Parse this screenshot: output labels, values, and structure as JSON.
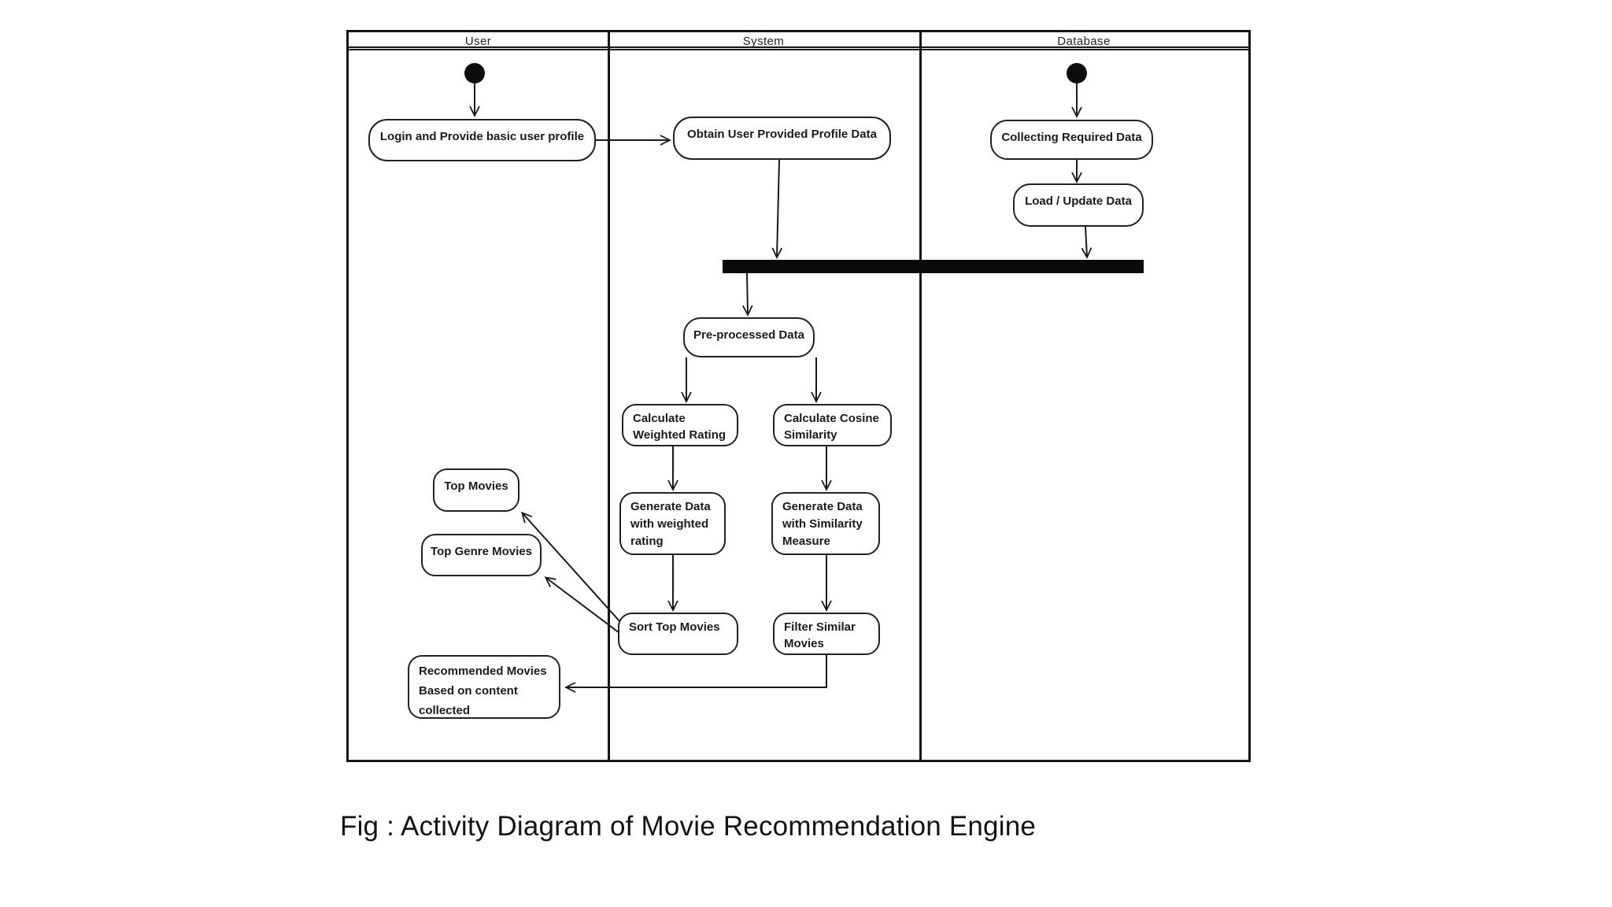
{
  "figure": {
    "caption": "Fig : Activity Diagram of Movie Recommendation Engine"
  },
  "colors": {
    "ink": "#1a1a1a",
    "background": "#ffffff"
  },
  "diagram": {
    "type": "uml-activity-diagram",
    "lanes": [
      {
        "id": "user",
        "label": "User"
      },
      {
        "id": "system",
        "label": "System"
      },
      {
        "id": "database",
        "label": "Database"
      }
    ],
    "nodes": {
      "user_initial": {
        "kind": "initial",
        "lane": "user"
      },
      "db_initial": {
        "kind": "initial",
        "lane": "database"
      },
      "join_bar": {
        "kind": "join",
        "lane": "system"
      },
      "login": {
        "lane": "user",
        "label": "Login and Provide basic user profile"
      },
      "obtain": {
        "lane": "system",
        "label": "Obtain User Provided Profile Data"
      },
      "collecting": {
        "lane": "database",
        "label": "Collecting Required Data"
      },
      "load_update": {
        "lane": "database",
        "label": "Load / Update Data"
      },
      "preprocessed": {
        "lane": "system",
        "label": "Pre-processed Data"
      },
      "calc_weighted": {
        "lane": "system",
        "lines": [
          "Calculate",
          "Weighted Rating"
        ]
      },
      "calc_cosine": {
        "lane": "system",
        "lines": [
          "Calculate Cosine",
          "Similarity"
        ]
      },
      "gen_weighted": {
        "lane": "system",
        "lines": [
          "Generate Data",
          "with weighted",
          "rating"
        ]
      },
      "gen_similarity": {
        "lane": "system",
        "lines": [
          "Generate Data",
          "with Similarity",
          "Measure"
        ]
      },
      "sort_top": {
        "lane": "system",
        "label": "Sort Top Movies"
      },
      "filter_similar": {
        "lane": "system",
        "lines": [
          "Filter Similar",
          "Movies"
        ]
      },
      "top_movies": {
        "lane": "user",
        "label": "Top Movies"
      },
      "top_genre": {
        "lane": "user",
        "label": "Top Genre Movies"
      },
      "recommended": {
        "lane": "user",
        "lines": [
          "Recommended Movies",
          "Based on content",
          "collected"
        ]
      }
    },
    "edges": [
      {
        "from": "user_initial",
        "to": "login"
      },
      {
        "from": "login",
        "to": "obtain"
      },
      {
        "from": "obtain",
        "to": "join_bar"
      },
      {
        "from": "db_initial",
        "to": "collecting"
      },
      {
        "from": "collecting",
        "to": "load_update"
      },
      {
        "from": "load_update",
        "to": "join_bar"
      },
      {
        "from": "join_bar",
        "to": "preprocessed"
      },
      {
        "from": "preprocessed",
        "to": "calc_weighted"
      },
      {
        "from": "preprocessed",
        "to": "calc_cosine"
      },
      {
        "from": "calc_weighted",
        "to": "gen_weighted"
      },
      {
        "from": "calc_cosine",
        "to": "gen_similarity"
      },
      {
        "from": "gen_weighted",
        "to": "sort_top"
      },
      {
        "from": "gen_similarity",
        "to": "filter_similar"
      },
      {
        "from": "sort_top",
        "to": "top_movies"
      },
      {
        "from": "sort_top",
        "to": "top_genre"
      },
      {
        "from": "filter_similar",
        "to": "recommended"
      }
    ]
  }
}
